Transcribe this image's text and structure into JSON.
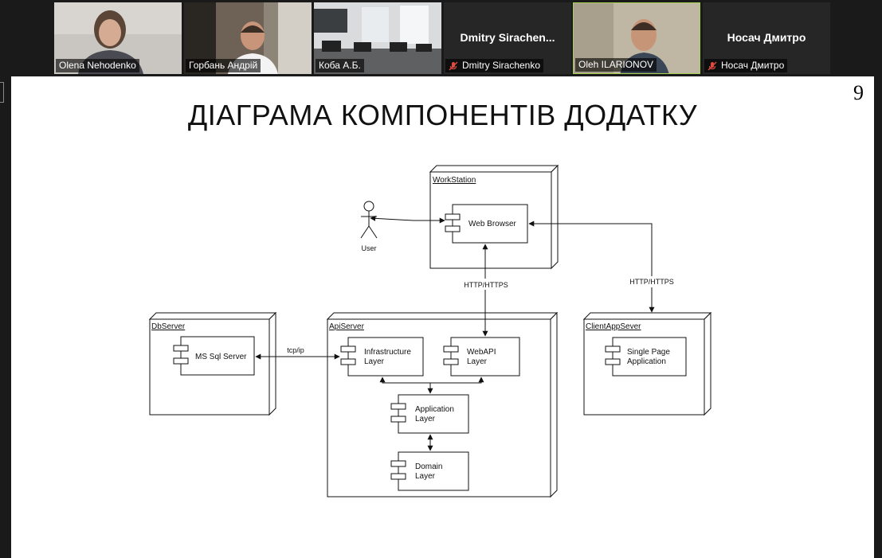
{
  "meeting": {
    "participants": [
      {
        "name": "Olena Nehodenko",
        "video": true,
        "muted": false,
        "active": false
      },
      {
        "name": "Горбань Андрій",
        "video": true,
        "muted": false,
        "active": false
      },
      {
        "name": "Коба А.Б.",
        "video": true,
        "muted": false,
        "active": false
      },
      {
        "name": "Dmitry Sirachenko",
        "display_name": "Dmitry  Sirachen...",
        "video": false,
        "muted": true,
        "active": false
      },
      {
        "name": "Oleh ILARIONOV",
        "video": true,
        "muted": false,
        "active": true
      },
      {
        "name": "Носач Дмитро",
        "display_name": "Носач Дмитро",
        "video": false,
        "muted": true,
        "active": false
      }
    ],
    "active_speaker_color": "#a6d152",
    "muted_icon_color": "#e04a3f"
  },
  "slide": {
    "page_number": "9",
    "title": "ДІАГРАМА КОМПОНЕНТІВ ДОДАТКУ",
    "diagram": {
      "actor": "User",
      "nodes": {
        "workstation": "WorkStation",
        "dbserver": "DbServer",
        "apiserver": "ApiServer",
        "clientapp": "ClientAppSever"
      },
      "components": {
        "web_browser": [
          "Web Browser"
        ],
        "ms_sql": [
          "MS Sql Server"
        ],
        "infrastructure": [
          "Infrastructure",
          "Layer"
        ],
        "webapi": [
          "WebAPI",
          "Layer"
        ],
        "application": [
          "Application",
          "Layer"
        ],
        "domain": [
          "Domain",
          "Layer"
        ],
        "spa": [
          "Single Page",
          "Application"
        ]
      },
      "links": {
        "browser_api": "HTTP/HTTPS",
        "browser_client": "HTTP/HTTPS",
        "db_infra": "tcp/ip"
      }
    }
  }
}
